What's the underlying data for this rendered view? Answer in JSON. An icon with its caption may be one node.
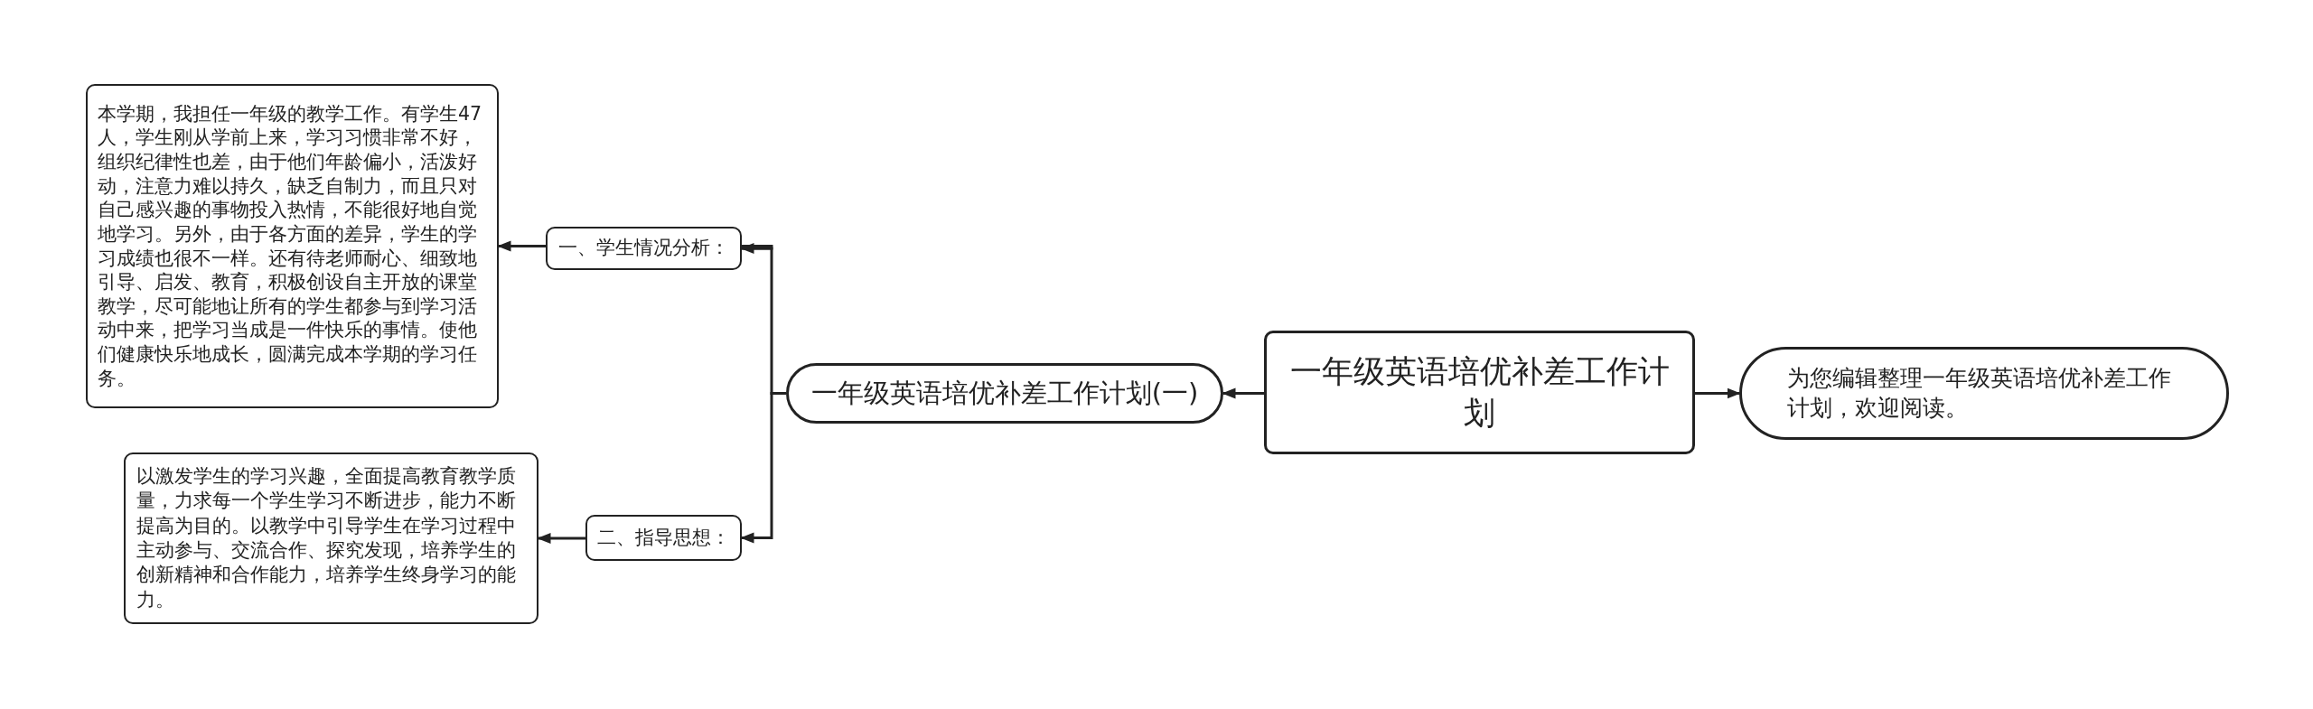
{
  "diagram": {
    "nodes": [
      {
        "text": [
          "一年级英语培优补差工作计划"
        ]
      },
      {
        "text": [
          "为您编辑整理一年级英语培优补差工作计划，欢迎阅读。"
        ]
      },
      {
        "text": [
          "一年级英语培优补差工作计划(一)"
        ]
      },
      {
        "text": [
          "一、学生情况分析："
        ]
      },
      {
        "text": [
          "本学期，我担任一年级的教学工作。有学生47人，学生刚从学前上来，学习习惯非常不好，组织纪律性也差，由于他们年龄偏小，活泼好动，注意力难以持久，缺乏自制力，而且只对自己感兴趣的事物投入热情，不能很好地自觉地学习。另外，由于各方面的差异，学生的学习成绩也很不一样。还有待老师耐心、细致地引导、启发、教育，积极创设自主开放的课堂教学，尽可能地让所有的学生都参与到学习活动中来，把学习当成是一件快乐的事情。使他们健康快乐地成长，圆满完成本学期的学习任务。"
        ]
      },
      {
        "text": [
          "二、指导思想："
        ]
      },
      {
        "text": [
          "以激发学生的学习兴趣，全面提高教育教学质量，力求每一个学生学习不断进步，能力不断提高为目的。以教学中引导学生在学习过程中主动参与、交流合作、探究发现，培养学生的创新精神和合作能力，培养学生终身学习的能力。"
        ]
      }
    ],
    "edges": [
      {
        "from": 0,
        "to": 1,
        "arrow": "to"
      },
      {
        "from": 0,
        "to": 2,
        "arrow": "to"
      },
      {
        "from": 2,
        "to": 3,
        "arrow": "to"
      },
      {
        "from": 3,
        "to": 4,
        "arrow": "to"
      },
      {
        "from": 2,
        "to": 5,
        "arrow": "to"
      },
      {
        "from": 5,
        "to": 6,
        "arrow": "to"
      }
    ]
  }
}
